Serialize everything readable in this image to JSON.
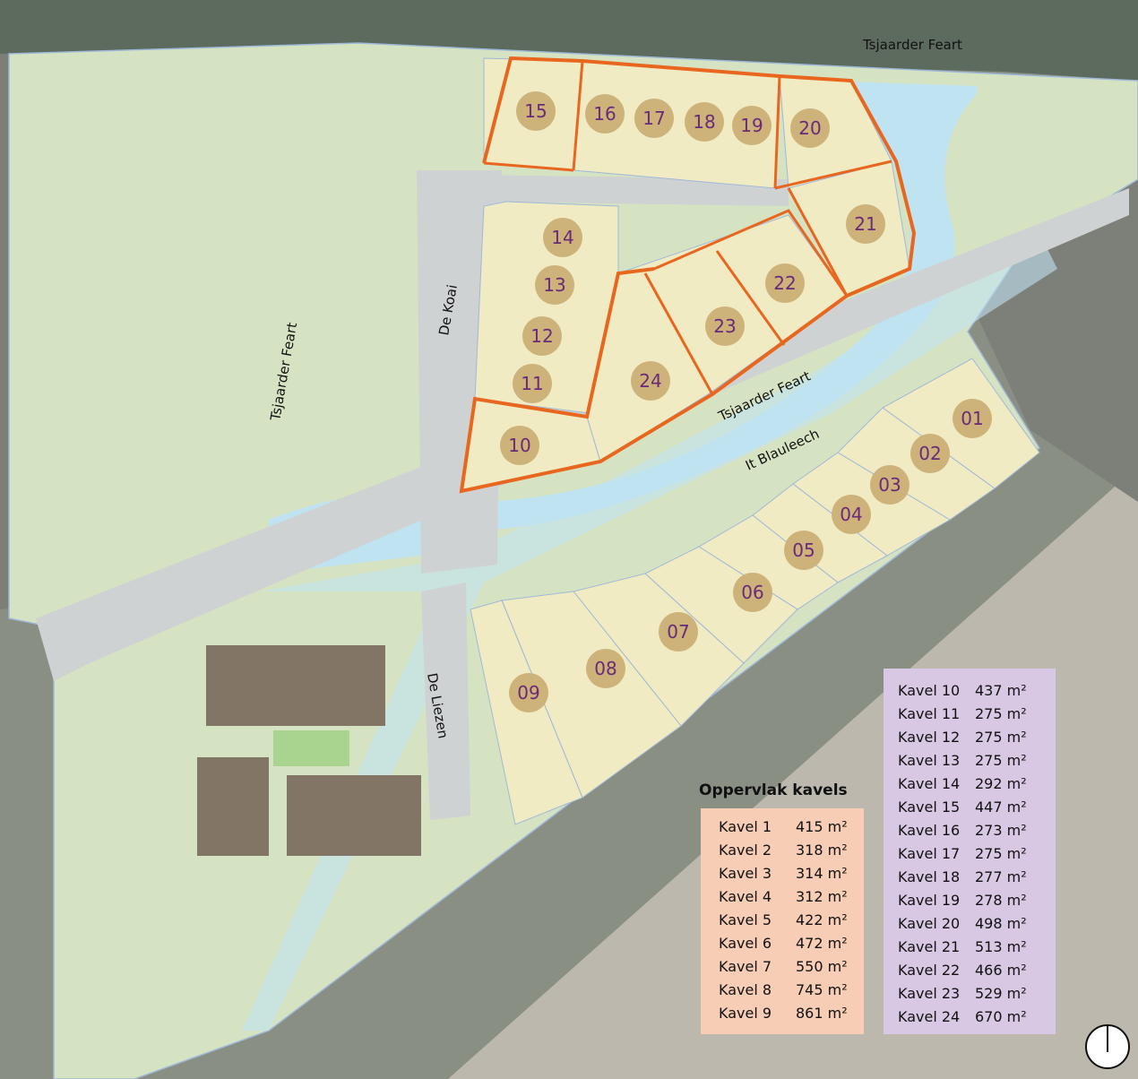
{
  "map": {
    "street_labels": {
      "water_top": "Tsjaarder Feart",
      "water_left": "Tsjaarder Feart",
      "water_mid": "Tsjaarder Feart",
      "road_koai": "De Koai",
      "road_liezen": "De Liezen",
      "road_blauleech": "It Blauleech"
    },
    "plots": [
      {
        "id": "01",
        "label": "01"
      },
      {
        "id": "02",
        "label": "02"
      },
      {
        "id": "03",
        "label": "03"
      },
      {
        "id": "04",
        "label": "04"
      },
      {
        "id": "05",
        "label": "05"
      },
      {
        "id": "06",
        "label": "06"
      },
      {
        "id": "07",
        "label": "07"
      },
      {
        "id": "08",
        "label": "08"
      },
      {
        "id": "09",
        "label": "09"
      },
      {
        "id": "10",
        "label": "10"
      },
      {
        "id": "11",
        "label": "11"
      },
      {
        "id": "12",
        "label": "12"
      },
      {
        "id": "13",
        "label": "13"
      },
      {
        "id": "14",
        "label": "14"
      },
      {
        "id": "15",
        "label": "15"
      },
      {
        "id": "16",
        "label": "16"
      },
      {
        "id": "17",
        "label": "17"
      },
      {
        "id": "18",
        "label": "18"
      },
      {
        "id": "19",
        "label": "19"
      },
      {
        "id": "20",
        "label": "20"
      },
      {
        "id": "21",
        "label": "21"
      },
      {
        "id": "22",
        "label": "22"
      },
      {
        "id": "23",
        "label": "23"
      },
      {
        "id": "24",
        "label": "24"
      }
    ],
    "colors": {
      "plot_fill": "#f1ebc3",
      "plot_badge": "#cdb27a",
      "plot_label": "#6a2a7a",
      "highlight_outline": "#e8661e",
      "water": "#bfe3f1",
      "green": "#d6e3c2",
      "road": "#cfd2d2",
      "field": "#d5d3cd"
    }
  },
  "legend": {
    "title": "Oppervlak kavels",
    "left": [
      {
        "name": "Kavel 1",
        "area": "415 m²"
      },
      {
        "name": "Kavel 2",
        "area": "318 m²"
      },
      {
        "name": "Kavel 3",
        "area": "314 m²"
      },
      {
        "name": "Kavel 4",
        "area": "312 m²"
      },
      {
        "name": "Kavel 5",
        "area": "422 m²"
      },
      {
        "name": "Kavel 6",
        "area": "472 m²"
      },
      {
        "name": "Kavel 7",
        "area": "550 m²"
      },
      {
        "name": "Kavel 8",
        "area": "745 m²"
      },
      {
        "name": "Kavel 9",
        "area": "861 m²"
      }
    ],
    "right": [
      {
        "name": "Kavel 10",
        "area": "437 m²"
      },
      {
        "name": "Kavel 11",
        "area": "275 m²"
      },
      {
        "name": "Kavel 12",
        "area": "275 m²"
      },
      {
        "name": "Kavel 13",
        "area": "275 m²"
      },
      {
        "name": "Kavel 14",
        "area": "292 m²"
      },
      {
        "name": "Kavel 15",
        "area": "447 m²"
      },
      {
        "name": "Kavel 16",
        "area": "273 m²"
      },
      {
        "name": "Kavel 17",
        "area": "275 m²"
      },
      {
        "name": "Kavel 18",
        "area": "277 m²"
      },
      {
        "name": "Kavel 19",
        "area": "278 m²"
      },
      {
        "name": "Kavel 20",
        "area": "498 m²"
      },
      {
        "name": "Kavel 21",
        "area": "513 m²"
      },
      {
        "name": "Kavel 22",
        "area": "466 m²"
      },
      {
        "name": "Kavel 23",
        "area": "529 m²"
      },
      {
        "name": "Kavel 24",
        "area": "670 m²"
      }
    ]
  },
  "north_icon": "north-arrow-icon"
}
